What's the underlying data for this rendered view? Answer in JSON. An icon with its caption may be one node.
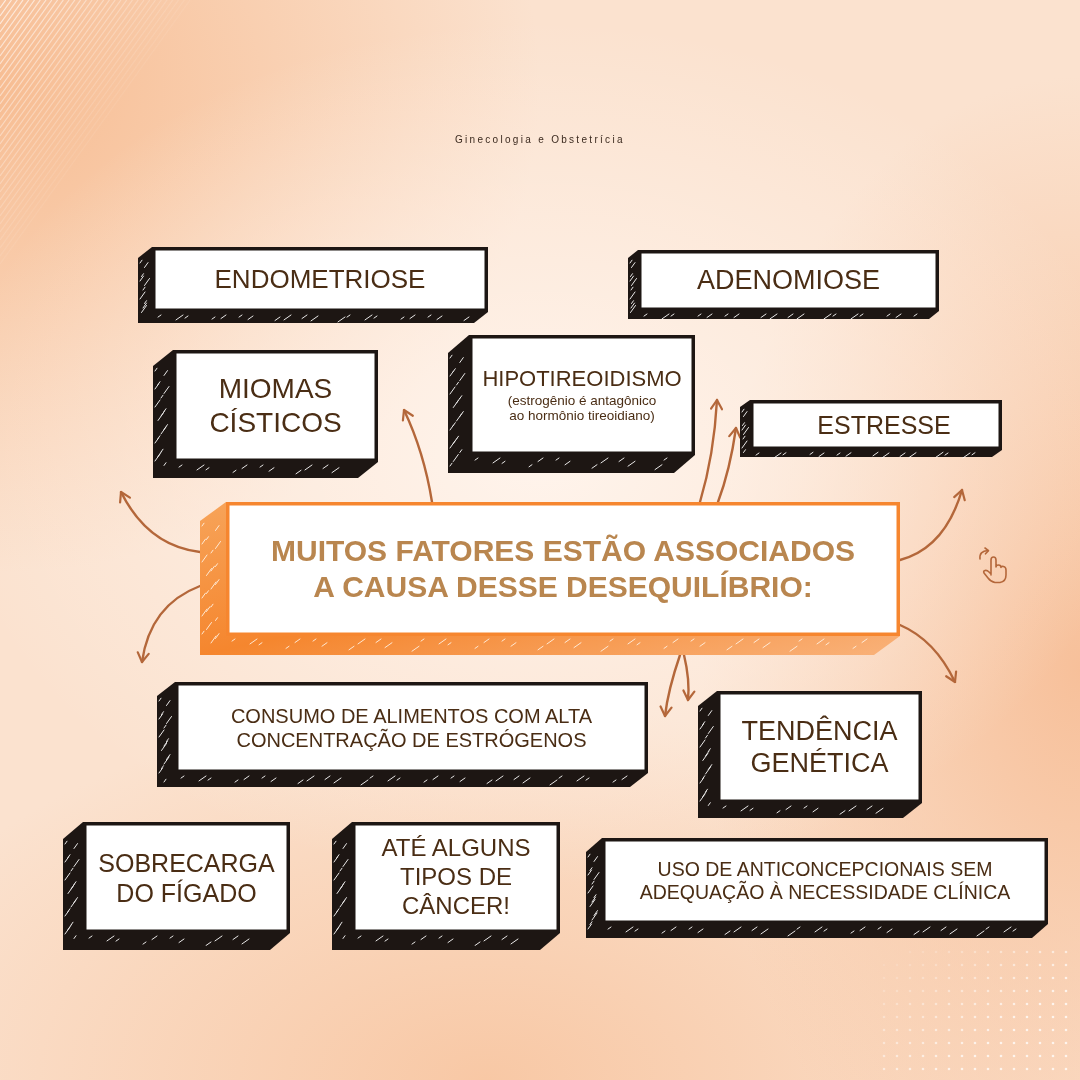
{
  "diagram": {
    "nodes": [
      {
        "text": [
          "ENDOMETRIOSE"
        ]
      },
      {
        "text": [
          "ADENOMIOSE"
        ]
      },
      {
        "text": [
          "MIOMAS CÍSTICOS"
        ]
      },
      {
        "text": [
          "HIPOTIREOIDISMO",
          "(estrogênio é antagônico ao hormônio tireoidiano)"
        ]
      },
      {
        "text": [
          "ESTRESSE"
        ]
      },
      {
        "text": [
          "MUITOS FATORES ESTÃO ASSOCIADOS A CAUSA DESSE DESEQUILÍBRIO:"
        ]
      },
      {
        "text": [
          "CONSUMO DE ALIMENTOS COM ALTA CONCENTRAÇÃO DE ESTRÓGENOS"
        ]
      },
      {
        "text": [
          "TENDÊNCIA GENÉTICA"
        ]
      },
      {
        "text": [
          "SOBRECARGA DO FÍGADO"
        ]
      },
      {
        "text": [
          "ATÉ ALGUNS TIPOS DE CÂNCER!"
        ]
      },
      {
        "text": [
          "USO DE ANTICONCEPCIONAIS SEM ADEQUAÇÃO À NECESSIDADE CLÍNICA"
        ]
      }
    ],
    "edges": [
      {
        "from": 5,
        "to": null,
        "arrow": "to"
      },
      {
        "from": 5,
        "to": 2,
        "arrow": "to"
      },
      {
        "from": 5,
        "to": 3,
        "arrow": "to"
      },
      {
        "from": 5,
        "to": 4,
        "arrow": "to"
      },
      {
        "from": 5,
        "to": null,
        "arrow": "to"
      },
      {
        "from": 5,
        "to": null,
        "arrow": "to"
      },
      {
        "from": 5,
        "to": 6,
        "arrow": "to"
      },
      {
        "from": 5,
        "to": 7,
        "arrow": "to"
      },
      {
        "from": 5,
        "to": null,
        "arrow": "to"
      }
    ],
    "labels": [
      "Ginecologia e Obstetrícia"
    ]
  }
}
